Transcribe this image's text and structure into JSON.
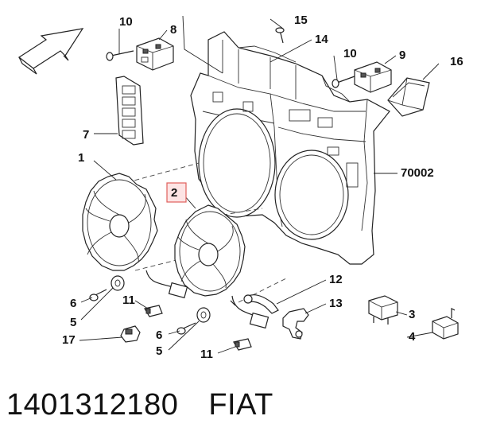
{
  "callouts": {
    "c1": "1",
    "c2": "2",
    "c3": "3",
    "c4": "4",
    "c5a": "5",
    "c5b": "5",
    "c6a": "6",
    "c6b": "6",
    "c7": "7",
    "c8": "8",
    "c9": "9",
    "c10a": "10",
    "c10b": "10",
    "c11a": "11",
    "c11b": "11",
    "c12": "12",
    "c13": "13",
    "c14": "14",
    "c15": "15",
    "c16": "16",
    "c17": "17",
    "c70002": "70002"
  },
  "highlight": {
    "callout": "2",
    "color": "#e0605c",
    "fill": "#fde4e4"
  },
  "footer": {
    "part_number": "1401312180",
    "brand": "FIAT"
  }
}
